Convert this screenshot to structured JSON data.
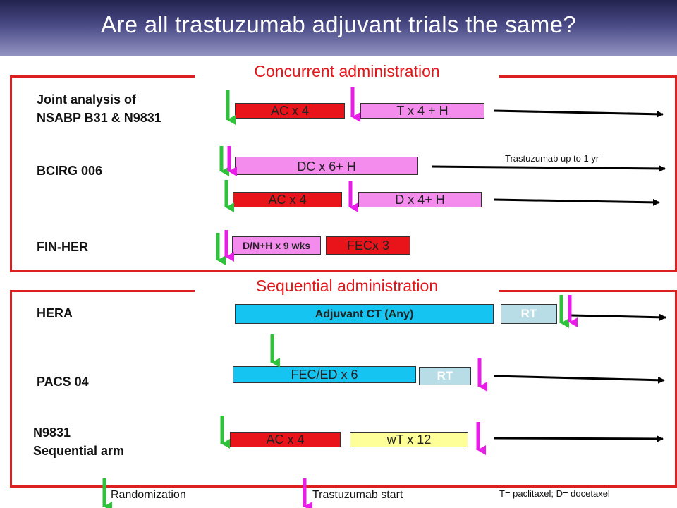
{
  "title": "Are all trastuzumab adjuvant trials the same?",
  "sections": {
    "concurrent": "Concurrent administration",
    "sequential": "Sequential administration"
  },
  "trials": {
    "joint_line1": "Joint analysis of",
    "joint_line2": "NSABP B31 & N9831",
    "bcirg": "BCIRG 006",
    "finher": "FIN-HER",
    "hera": "HERA",
    "pacs": "PACS 04",
    "n9831_line1": "N9831",
    "n9831_line2": "Sequential arm"
  },
  "regimens": {
    "joint_ac": "AC x 4",
    "joint_t": "T x 4 + H",
    "bcirg_dc": "DC x 6+ H",
    "bcirg_ac": "AC x 4",
    "bcirg_d": "D x 4+ H",
    "finher_d": "D/N+H x 9 wks",
    "finher_fec": "FECx 3",
    "hera_ct": "Adjuvant CT (Any)",
    "hera_rt": "RT",
    "pacs_fec": "FEC/ED x 6",
    "pacs_rt": "RT",
    "n9831_ac": "AC x 4",
    "n9831_wt": "wT x 12"
  },
  "notes": {
    "trastuzumab_duration": "Trastuzumab up to 1 yr",
    "abbreviations": "T= paclitaxel; D= docetaxel"
  },
  "legend": {
    "randomization": "Randomization",
    "trastuzumab_start": "Trastuzumab start"
  },
  "colors": {
    "randomization_arrow": "#2fc23b",
    "trastuzumab_arrow": "#e81ee8",
    "frame": "#dc1f1f",
    "section_title": "#e0181c"
  }
}
